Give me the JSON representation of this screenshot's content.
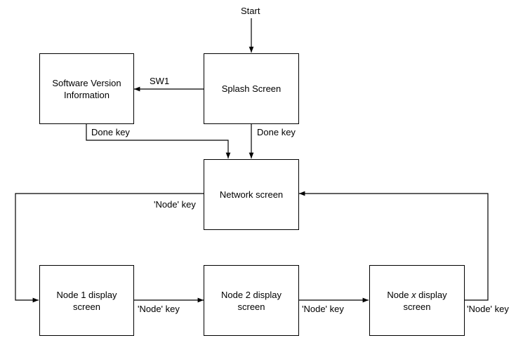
{
  "start_label": "Start",
  "boxes": {
    "software_version": "Software Version\nInformation",
    "splash": "Splash Screen",
    "network": "Network screen",
    "node1": "Node 1 display\nscreen",
    "node2": "Node 2 display\nscreen",
    "node_x_prefix": "Node ",
    "node_x_var": "x",
    "node_x_suffix": " display\nscreen"
  },
  "edges": {
    "sw1": "SW1",
    "done_key_left": "Done key",
    "done_key_right": "Done key",
    "node_key_network": "'Node' key",
    "node_key_1": "'Node' key",
    "node_key_2": "'Node' key",
    "node_key_x": "'Node' key"
  }
}
